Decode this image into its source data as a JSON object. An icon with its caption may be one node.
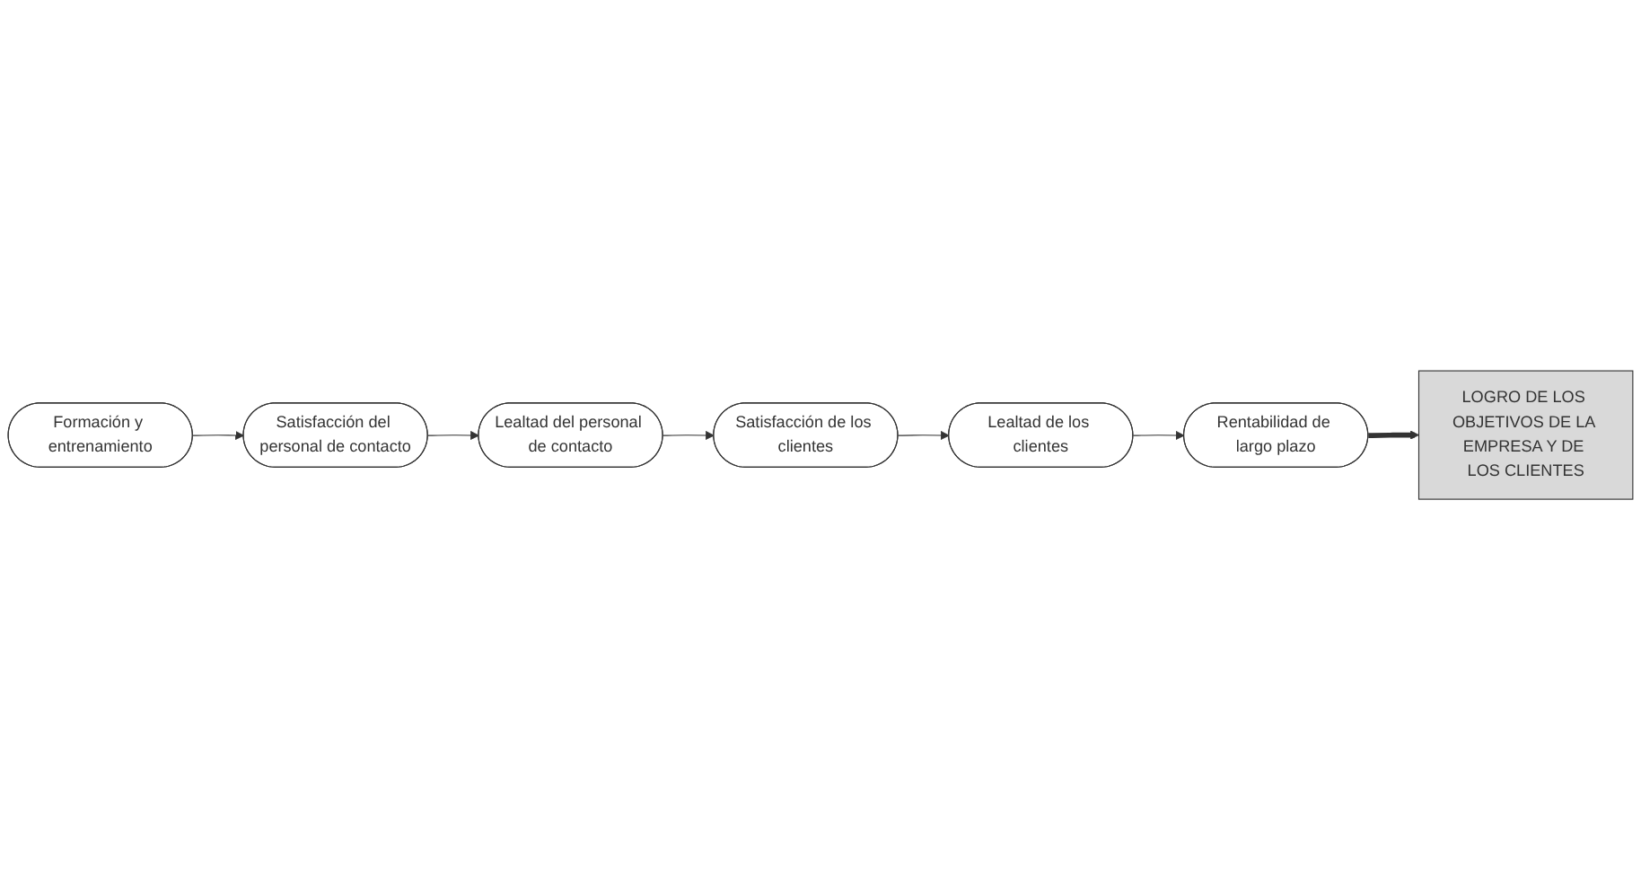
{
  "diagram": {
    "nodes": [
      {
        "text": [
          "LOGRO DE LOS OBJETIVOS DE LA EMPRESA Y DE LOS CLIENTES"
        ]
      },
      {
        "text": [
          "Formación y entrenamiento"
        ]
      },
      {
        "text": [
          "Satisfacción del personal de contacto"
        ]
      },
      {
        "text": [
          "Lealtad del personal de contacto"
        ]
      },
      {
        "text": [
          "Satisfacción de los clientes"
        ]
      },
      {
        "text": [
          "Lealtad de los clientes"
        ]
      },
      {
        "text": [
          "Rentabilidad de largo plazo"
        ]
      }
    ],
    "edges": [
      {
        "from": 1,
        "to": 2,
        "arrow": "to"
      },
      {
        "from": 2,
        "to": 3,
        "arrow": "to"
      },
      {
        "from": 3,
        "to": 4,
        "arrow": "to"
      },
      {
        "from": 4,
        "to": 5,
        "arrow": "to"
      },
      {
        "from": 5,
        "to": 6,
        "arrow": "to"
      },
      {
        "from": 6,
        "to": 0,
        "arrow": "to",
        "style": "thick"
      }
    ]
  }
}
